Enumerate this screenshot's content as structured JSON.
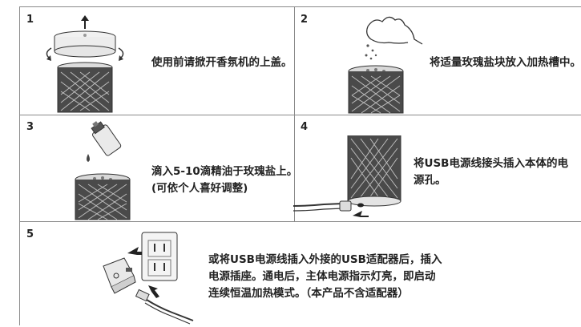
{
  "steps": [
    {
      "number": "1",
      "text": [
        "使用前请掀开香氛机的上盖。"
      ],
      "illustration": "lift-lid-diffuser-icon"
    },
    {
      "number": "2",
      "text": [
        "将适量玫瑰盐块放入加热槽中。"
      ],
      "illustration": "hand-pour-salt-icon"
    },
    {
      "number": "3",
      "text": [
        "滴入5-10滴精油于玫瑰盐上。",
        "(可依个人喜好调整)"
      ],
      "illustration": "oil-bottle-drop-icon"
    },
    {
      "number": "4",
      "text": [
        "将USB电源线接头插入本体的电",
        "源孔。"
      ],
      "illustration": "usb-plug-base-icon"
    },
    {
      "number": "5",
      "text": [
        "或将USB电源线插入外接的USB适配器后，插入",
        "电源插座。通电后，主体电源指示灯亮，即启动",
        "连续恒温加热模式。（本产品不含适配器）"
      ],
      "illustration": "adapter-wall-socket-icon"
    }
  ],
  "colors": {
    "line": "#8a8a8a",
    "text": "#222222",
    "device": "#3a3a3a"
  }
}
